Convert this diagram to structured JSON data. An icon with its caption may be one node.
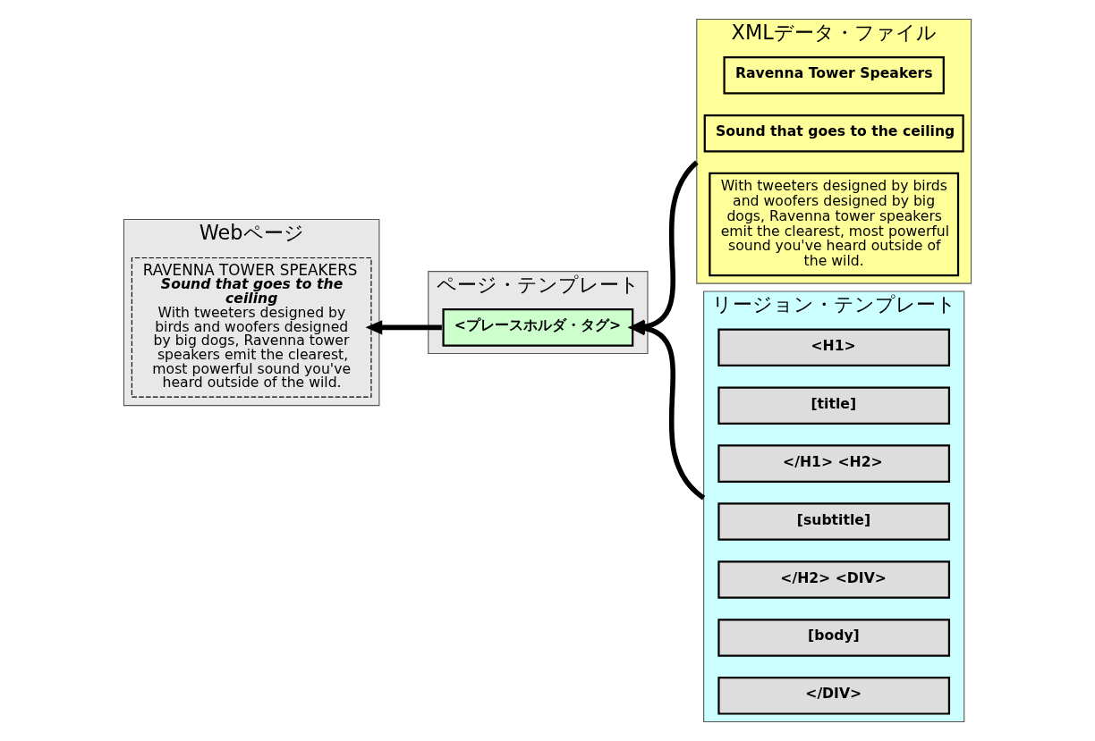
{
  "diagram": {
    "nodes": [
      {
        "text": [
          "Webページ"
        ]
      },
      {
        "text": [
          "RAVENNA TOWER SPEAKERS",
          "Sound that goes to the ceiling",
          "With tweeters designed by birds and woofers designed by big dogs, Ravenna tower speakers emit the clearest, most powerful sound you've heard outside of the wild."
        ],
        "in": 0
      },
      {
        "text": [
          "ページ・テンプレート"
        ]
      },
      {
        "text": [
          "<プレースホルダ・タグ>"
        ],
        "in": 2
      },
      {
        "text": [
          "XMLデータ・ファイル"
        ]
      },
      {
        "text": [
          "Ravenna Tower Speakers"
        ],
        "in": 4
      },
      {
        "text": [
          "Sound that goes to the ceiling"
        ],
        "in": 4
      },
      {
        "text": [
          "With tweeters designed by birds and woofers designed by big dogs, Ravenna tower speakers emit the clearest, most powerful sound you've heard outside of the wild."
        ],
        "in": 4
      },
      {
        "text": [
          "リージョン・テンプレート"
        ]
      },
      {
        "text": [
          "<H1>"
        ],
        "in": 8
      },
      {
        "text": [
          "[title]"
        ],
        "in": 8
      },
      {
        "text": [
          "</H1> <H2>"
        ],
        "in": 8
      },
      {
        "text": [
          "[subtitle]"
        ],
        "in": 8
      },
      {
        "text": [
          "</H2> <DIV>"
        ],
        "in": 8
      },
      {
        "text": [
          "[body]"
        ],
        "in": 8
      },
      {
        "text": [
          "</DIV>"
        ],
        "in": 8
      }
    ],
    "edges": [
      {
        "from": 4,
        "to": 3,
        "arrow": "to"
      },
      {
        "from": 8,
        "to": 3,
        "arrow": "to"
      },
      {
        "from": 3,
        "to": 1,
        "arrow": "to"
      }
    ]
  }
}
